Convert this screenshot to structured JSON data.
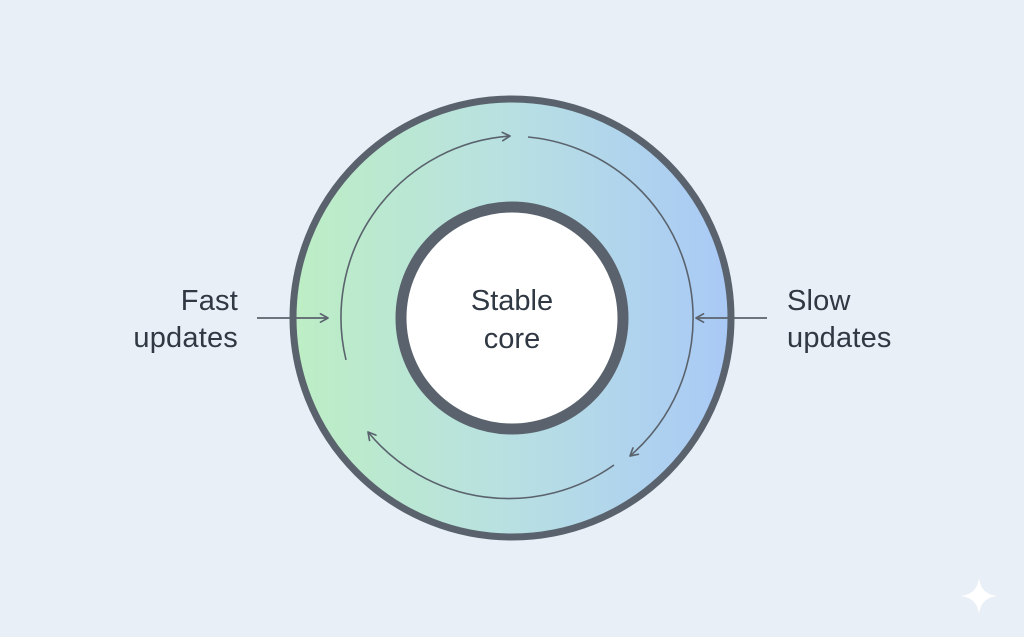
{
  "diagram": {
    "core_label_line1": "Stable",
    "core_label_line2": "core",
    "left_label_line1": "Fast",
    "left_label_line2": "updates",
    "right_label_line1": "Slow",
    "right_label_line2": "updates"
  },
  "colors": {
    "background": "#e9eff6",
    "ring_stroke": "#5a636d",
    "gradient_left": "#bdeec4",
    "gradient_right": "#a9c9f6",
    "core_fill": "#ffffff",
    "arrow": "#5a636d",
    "text": "#2f3843"
  },
  "icons": {
    "watermark": "sparkle-icon"
  }
}
